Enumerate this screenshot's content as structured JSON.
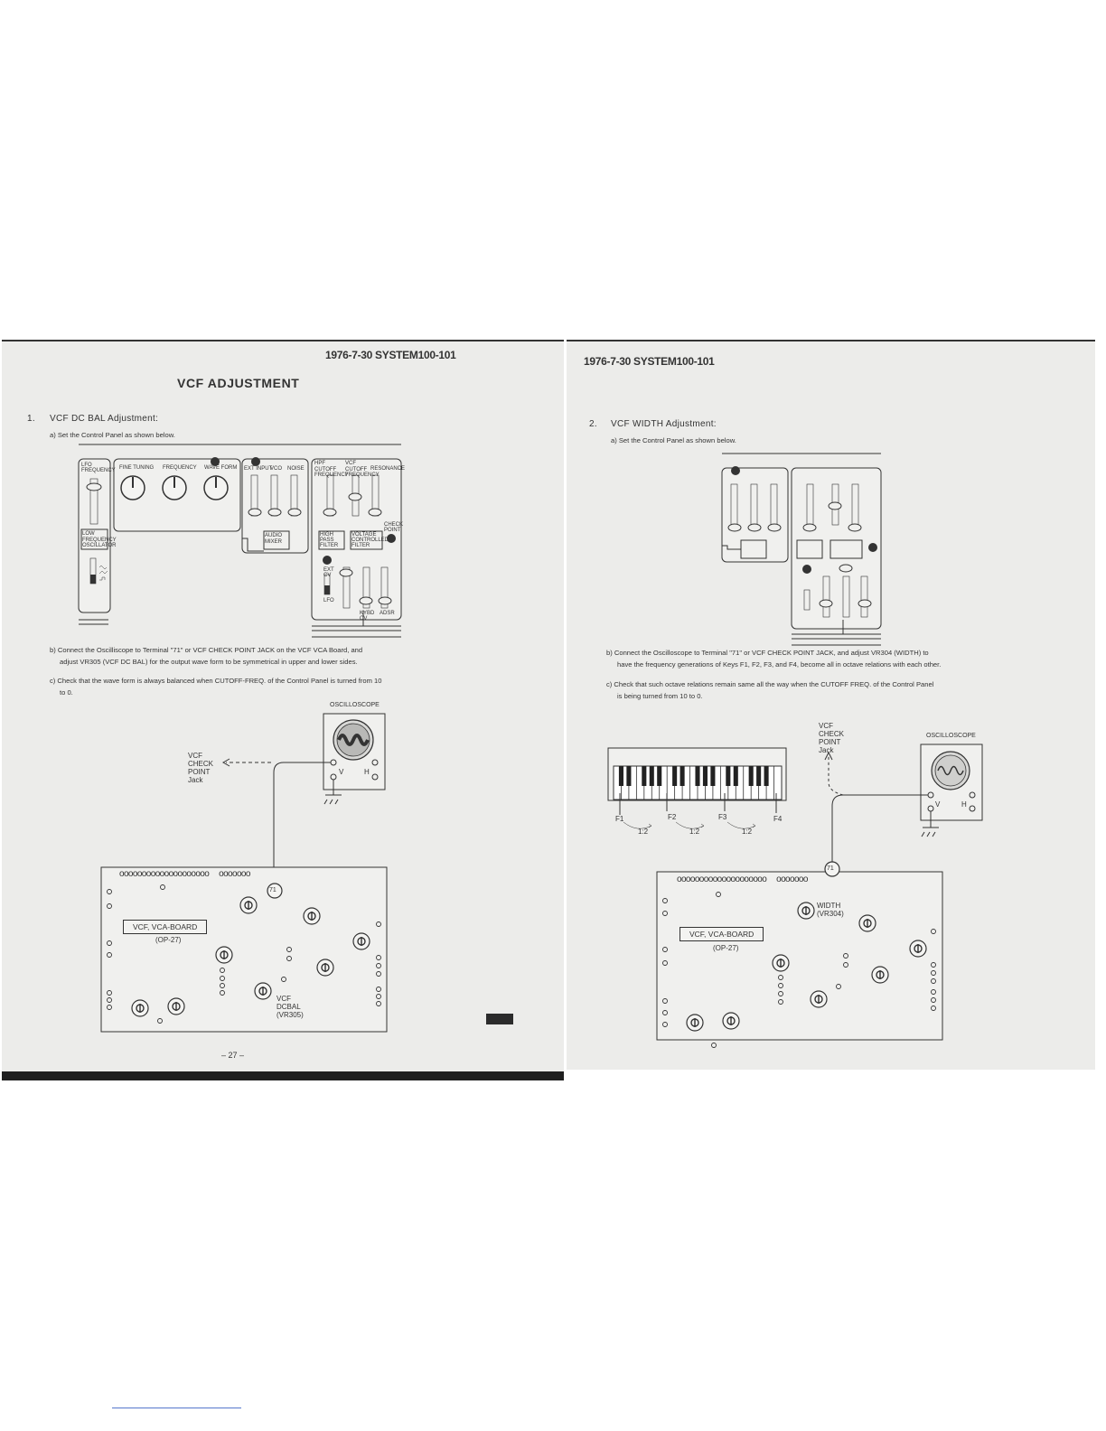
{
  "left": {
    "header": "1976-7-30 SYSTEM100-101",
    "title": "VCF ADJUSTMENT",
    "section_num": "1.",
    "section_title": "VCF DC BAL Adjustment:",
    "step_a": "a) Set the Control Panel as shown below.",
    "step_b_1": "b) Connect the Oscilliscope to Terminal \"71\" or VCF CHECK POINT JACK on the VCF VCA Board, and",
    "step_b_2": "adjust VR305 (VCF DC BAL) for the output wave form to be symmetrical in upper and lower sides.",
    "step_c_1": "c) Check that the wave form is always balanced when CUTOFF-FREQ. of the Control Panel is turned from 10",
    "step_c_2": "to 0.",
    "oscilloscope_label": "OSCILLOSCOPE",
    "check_point": [
      "VCF",
      "CHECK",
      "POINT",
      "Jack"
    ],
    "v_label": "V",
    "h_label": "H",
    "terminal": "71",
    "board_label": "VCF, VCA-BOARD",
    "board_sub": "(OP-27)",
    "dcbal": [
      "VCF",
      "DCBAL",
      "(VR305)"
    ],
    "page_number": "– 27 –",
    "panel": {
      "lfo_frequency": "LFO FREQUENCY",
      "lfo_box": [
        "LOW",
        "FREQUENCY",
        "OSCILLATOR"
      ],
      "fine_tuning": "FINE TUNING",
      "frequency": "FREQUENCY",
      "wave_form": "WAVE FORM",
      "ext_input": "EXT INPUT",
      "vco": "VCO",
      "noise": "NOISE",
      "audio_mixer": [
        "AUDIO",
        "MIXER"
      ],
      "hpf_cutoff": "HPF CUTOFF FREQUENCY",
      "vcf_cutoff": "VCF CUTOFF FREQUENCY",
      "resonance": "RESONANCE",
      "hpf_box": [
        "HIGH",
        "PASS",
        "FILTER"
      ],
      "vcf_box": [
        "VOLTAGE",
        "CONTROLLED",
        "FILTER"
      ],
      "check_point_small": "CHECK POINT",
      "ext_cv": "EXT CV",
      "lfo": "LFO",
      "kybd_cv": "KYBD CV",
      "adsr": "ADSR"
    }
  },
  "right": {
    "header": "1976-7-30 SYSTEM100-101",
    "section_num": "2.",
    "section_title": "VCF WIDTH Adjustment:",
    "step_a": "a) Set the Control Panel as shown below.",
    "step_b_1": "b) Connect the Oscilloscope to Terminal \"71\" or VCF CHECK POINT JACK, and adjust VR304 (WIDTH) to",
    "step_b_2": "have the frequency generations of Keys F1, F2, F3, and F4, become all in octave relations with each other.",
    "step_c_1": "c) Check that such octave relations remain same all the way when the CUTOFF FREQ. of the Control Panel",
    "step_c_2": "is being turned from 10 to 0.",
    "check_point": [
      "VCF",
      "CHECK",
      "POINT",
      "Jack"
    ],
    "oscilloscope_label": "OSCILLOSCOPE",
    "v_label": "V",
    "h_label": "H",
    "keys": [
      "F1",
      "F2",
      "F3",
      "F4"
    ],
    "ratio": "1:2",
    "terminal": "71",
    "width_label": [
      "WIDTH",
      "(VR304)"
    ],
    "board_label": "VCF, VCA-BOARD",
    "board_sub": "(OP-27)"
  }
}
